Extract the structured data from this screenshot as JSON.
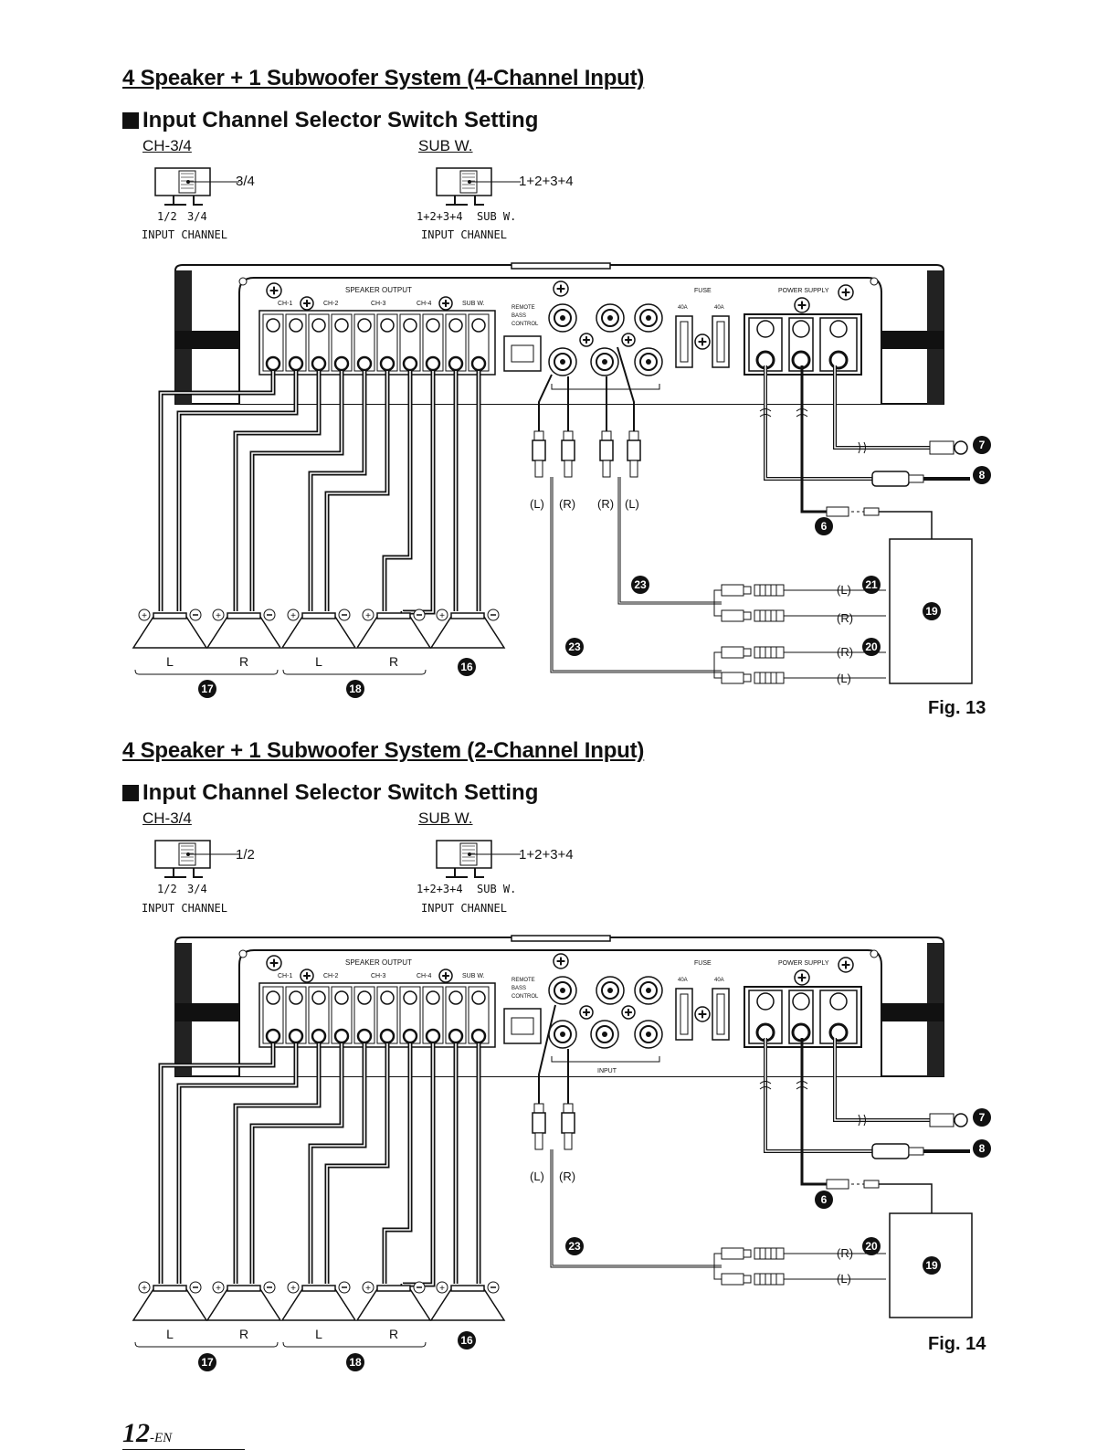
{
  "fig13": {
    "title": "4 Speaker + 1 Subwoofer System (4-Channel Input)",
    "selector_heading": "Input Channel Selector Switch Setting",
    "switch_ch34": {
      "name": "CH-3/4",
      "setting": "3/4",
      "pos1": "1/2",
      "pos2": "3/4",
      "caption": "INPUT CHANNEL"
    },
    "switch_sub": {
      "name": "SUB W.",
      "setting": "1+2+3+4",
      "pos1": "1+2+3+4",
      "pos2": "SUB W.",
      "caption": "INPUT CHANNEL"
    },
    "fig_label": "Fig. 13",
    "rca_labels": [
      "(L)",
      "(R)",
      "(R)",
      "(L)"
    ],
    "source_labels": [
      "(L)",
      "(R)",
      "(R)",
      "(L)"
    ],
    "speakers": [
      "L",
      "R",
      "L",
      "R"
    ]
  },
  "fig14": {
    "title": "4 Speaker + 1 Subwoofer System (2-Channel Input)",
    "selector_heading": "Input Channel Selector Switch Setting",
    "switch_ch34": {
      "name": "CH-3/4",
      "setting": "1/2",
      "pos1": "1/2",
      "pos2": "3/4",
      "caption": "INPUT CHANNEL"
    },
    "switch_sub": {
      "name": "SUB W.",
      "setting": "1+2+3+4",
      "pos1": "1+2+3+4",
      "pos2": "SUB W.",
      "caption": "INPUT CHANNEL"
    },
    "fig_label": "Fig. 14",
    "rca_labels": [
      "(L)",
      "(R)"
    ],
    "source_labels": [
      "(R)",
      "(L)"
    ],
    "speakers": [
      "L",
      "R",
      "L",
      "R"
    ]
  },
  "amp_panel": {
    "speaker_output": "SPEAKER OUTPUT",
    "channels": [
      "CH-1",
      "CH-2",
      "CH-3",
      "CH-4",
      "SUB W."
    ],
    "remote": [
      "REMOTE",
      "BASS",
      "CONTROL"
    ],
    "fuse": "FUSE",
    "fuse_ratings": [
      "40A",
      "40A"
    ],
    "power_supply": "POWER SUPPLY",
    "input_label": "INPUT"
  },
  "callouts": {
    "n6": "6",
    "n7": "7",
    "n8": "8",
    "n16": "16",
    "n17": "17",
    "n18": "18",
    "n19": "19",
    "n20": "20",
    "n21": "21",
    "n23": "23"
  },
  "page": {
    "number": "12",
    "suffix": "-EN"
  }
}
